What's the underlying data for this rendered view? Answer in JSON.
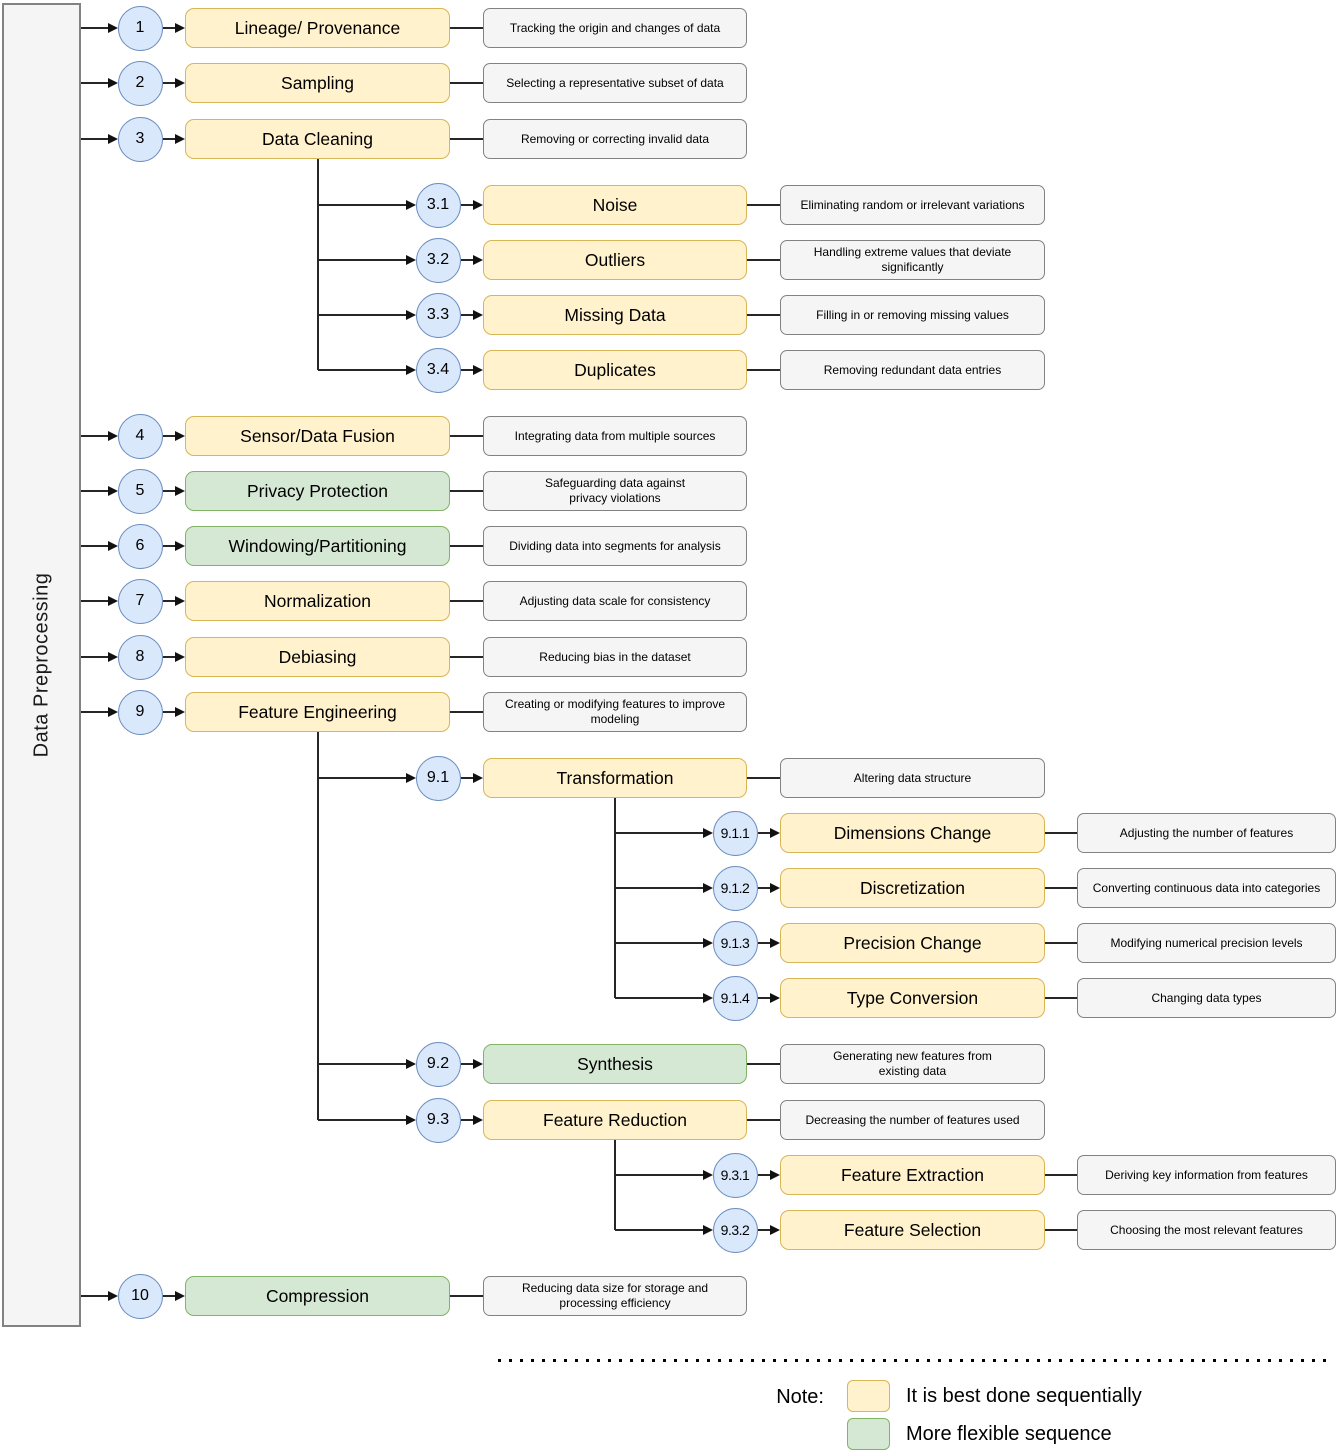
{
  "sidebar": {
    "label": "Data Preprocessing"
  },
  "colors": {
    "sequential_fill": "#FFF2CC",
    "sequential_border": "#D6B656",
    "flexible_fill": "#D5E8D4",
    "flexible_border": "#82B366",
    "circle_fill": "#DAE8FC",
    "circle_border": "#6C8EBF",
    "desc_fill": "#F5F5F5",
    "desc_border": "#828282",
    "line": "#262626"
  },
  "nodes": [
    {
      "id": "1",
      "label": "Lineage/ Provenance",
      "desc": "Tracking the origin and changes of data",
      "type": "sequential"
    },
    {
      "id": "2",
      "label": "Sampling",
      "desc": "Selecting a representative subset of data",
      "type": "sequential"
    },
    {
      "id": "3",
      "label": "Data Cleaning",
      "desc": "Removing or correcting invalid data",
      "type": "sequential"
    },
    {
      "id": "3.1",
      "label": "Noise",
      "desc": "Eliminating random or irrelevant variations",
      "type": "sequential"
    },
    {
      "id": "3.2",
      "label": "Outliers",
      "desc": "Handling extreme values that deviate\nsignificantly",
      "type": "sequential"
    },
    {
      "id": "3.3",
      "label": "Missing Data",
      "desc": "Filling in or removing missing values",
      "type": "sequential"
    },
    {
      "id": "3.4",
      "label": "Duplicates",
      "desc": "Removing redundant data entries",
      "type": "sequential"
    },
    {
      "id": "4",
      "label": "Sensor/Data Fusion",
      "desc": "Integrating data from multiple sources",
      "type": "sequential"
    },
    {
      "id": "5",
      "label": "Privacy Protection",
      "desc": "Safeguarding data against\nprivacy violations",
      "type": "flexible"
    },
    {
      "id": "6",
      "label": "Windowing/Partitioning",
      "desc": "Dividing data into segments for analysis",
      "type": "flexible"
    },
    {
      "id": "7",
      "label": "Normalization",
      "desc": "Adjusting data scale for consistency",
      "type": "sequential"
    },
    {
      "id": "8",
      "label": "Debiasing",
      "desc": "Reducing bias in the dataset",
      "type": "sequential"
    },
    {
      "id": "9",
      "label": "Feature Engineering",
      "desc": "Creating or modifying features to improve\nmodeling",
      "type": "sequential"
    },
    {
      "id": "9.1",
      "label": "Transformation",
      "desc": "Altering data structure",
      "type": "sequential"
    },
    {
      "id": "9.1.1",
      "label": "Dimensions Change",
      "desc": "Adjusting the number of features",
      "type": "sequential"
    },
    {
      "id": "9.1.2",
      "label": "Discretization",
      "desc": "Converting continuous data into categories",
      "type": "sequential"
    },
    {
      "id": "9.1.3",
      "label": "Precision Change",
      "desc": "Modifying numerical precision levels",
      "type": "sequential"
    },
    {
      "id": "9.1.4",
      "label": "Type Conversion",
      "desc": "Changing data types",
      "type": "sequential"
    },
    {
      "id": "9.2",
      "label": "Synthesis",
      "desc": "Generating new features from\nexisting data",
      "type": "flexible"
    },
    {
      "id": "9.3",
      "label": "Feature Reduction",
      "desc": "Decreasing the number of features used",
      "type": "sequential"
    },
    {
      "id": "9.3.1",
      "label": "Feature Extraction",
      "desc": "Deriving key information from features",
      "type": "sequential"
    },
    {
      "id": "9.3.2",
      "label": "Feature Selection",
      "desc": "Choosing the most relevant features",
      "type": "sequential"
    },
    {
      "id": "10",
      "label": "Compression",
      "desc": "Reducing data size for storage and\nprocessing efficiency",
      "type": "flexible"
    }
  ],
  "note": {
    "label": "Note:",
    "legend": [
      {
        "swatch": "sequential",
        "text": "It is best done sequentially"
      },
      {
        "swatch": "flexible",
        "text": "More flexible sequence"
      }
    ]
  }
}
